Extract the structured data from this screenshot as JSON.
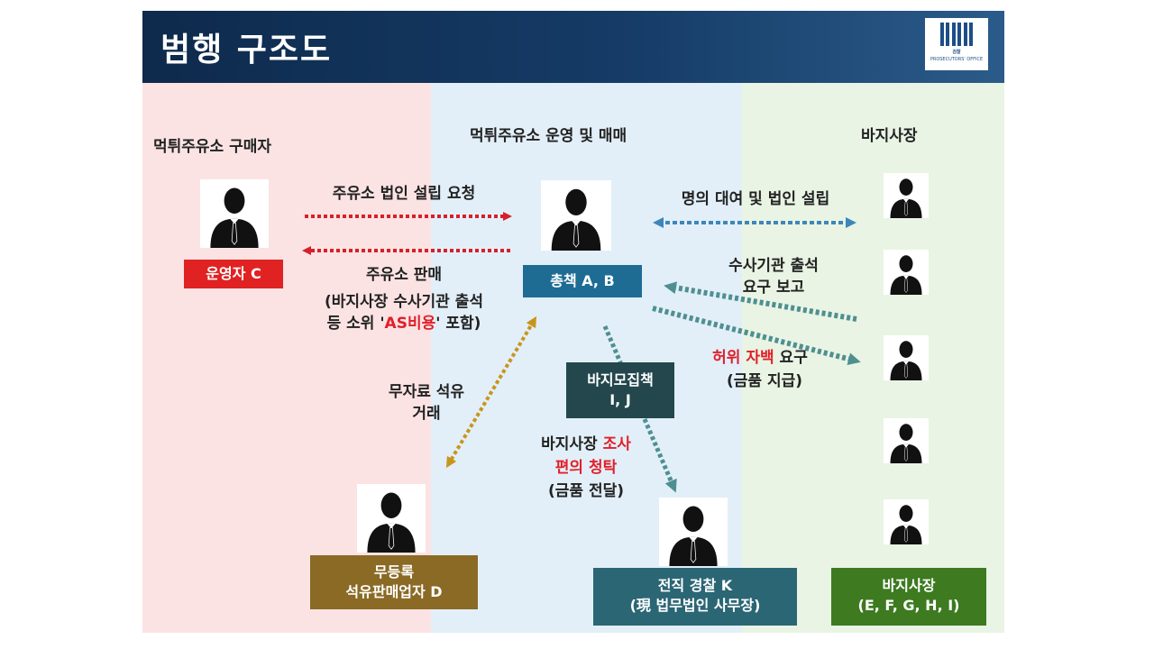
{
  "header": {
    "title": "범행 구조도"
  },
  "logo": {
    "mark": "검찰",
    "text": "PROSECUTORS' OFFICE"
  },
  "columns": {
    "left": "먹튀주유소 구매자",
    "mid": "먹튀주유소 운영 및 매매",
    "right": "바지사장"
  },
  "labels": {
    "est_request": "주유소 법인 설립 요청",
    "sale_l1": "주유소 판매",
    "sale_l2": "(바지사장 수사기관 출석",
    "sale_l3_pre": "등 소위 '",
    "sale_l3_red": "AS비용",
    "sale_l3_post": "' 포함)",
    "name_lend": "명의 대여 및 법인 설립",
    "report_l1": "수사기관 출석",
    "report_l2": "요구 보고",
    "false_red": "허위 자백",
    "false_rest": " 요구",
    "false_l2": "(금품 지급)",
    "oil_l1": "무자료 석유",
    "oil_l2": "거래",
    "favor_l1_pre": "바지사장 ",
    "favor_l1_red": "조사",
    "favor_l2_red": "편의 청탁",
    "favor_l3": "(금품 전달)"
  },
  "boxes": {
    "operator": "운영자 C",
    "chief": "총책 A, B",
    "recruit_l1": "바지모집책",
    "recruit_l2": "I, J",
    "dealer_l1": "무등록",
    "dealer_l2": "석유판매업자 D",
    "police_l1": "전직 경찰 K",
    "police_l2": "(現 법무법인 사무장)",
    "bajis_l1": "바지사장",
    "bajis_l2": "(E, F, G, H, I)"
  },
  "colors": {
    "header": "#153b66",
    "left_bg": "#fbe3e3",
    "mid_bg": "#e2eff8",
    "right_bg": "#e9f4e4",
    "red_box": "#e02222",
    "blue_box": "#1e6c94",
    "dark_teal_box": "#23474d",
    "brown_box": "#8b6a25",
    "teal_box": "#2b6675",
    "green_box": "#3d7a20",
    "red_arrow": "#d6202a",
    "blue_arrow": "#3f86b8",
    "teal_arrow": "#4f8f91",
    "gold_arrow": "#c8951c"
  },
  "icons": [
    "person-silhouette-icon"
  ]
}
